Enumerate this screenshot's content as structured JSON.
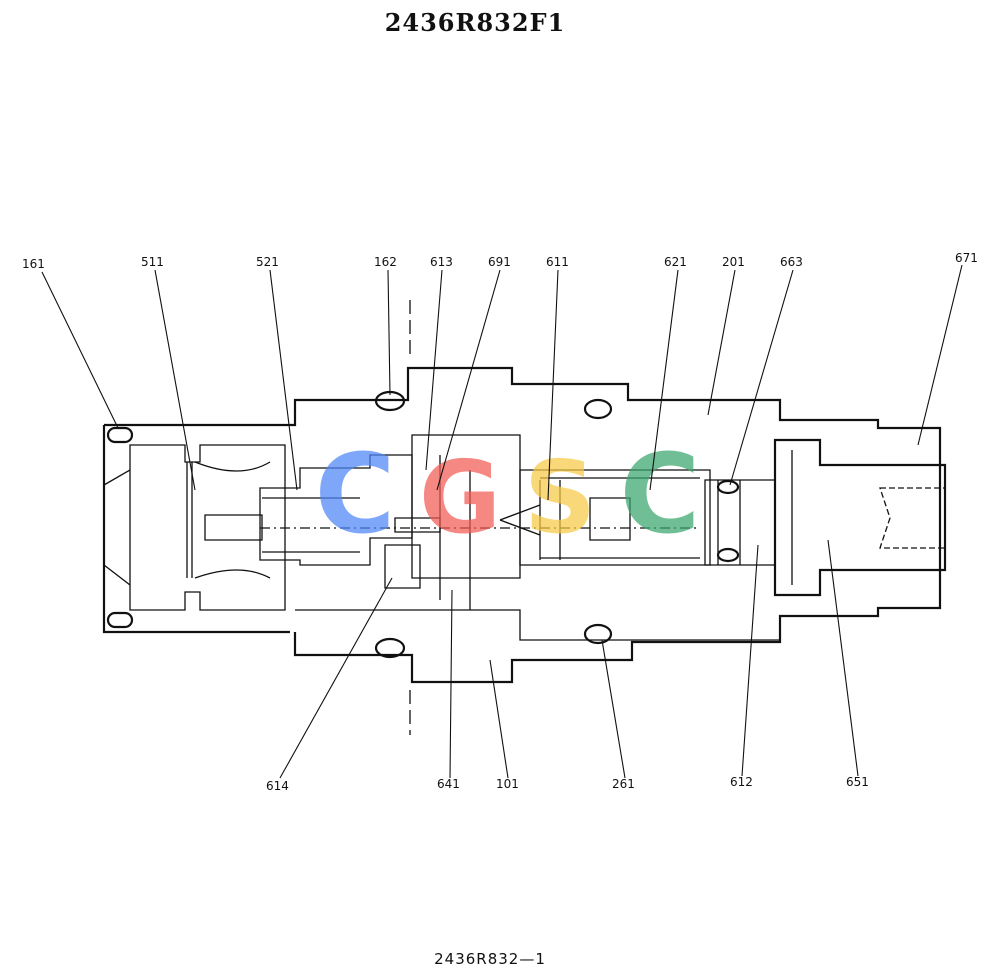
{
  "title": "2436R832F1",
  "caption": "2436R832—1",
  "watermark": {
    "letters": [
      "C",
      "G",
      "S",
      "C"
    ],
    "colors": [
      "#4f86f7",
      "#f15b52",
      "#f6c944",
      "#3aa66e"
    ]
  },
  "parts_top": [
    "161",
    "511",
    "521",
    "162",
    "613",
    "691",
    "611",
    "621",
    "201",
    "663",
    "671"
  ],
  "parts_bottom": [
    "614",
    "641",
    "101",
    "261",
    "612",
    "651"
  ]
}
